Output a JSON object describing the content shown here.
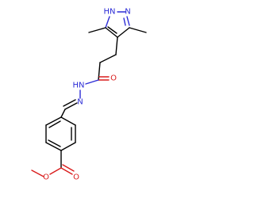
{
  "molecule": {
    "atoms": {
      "pyrazole_nh": "HN",
      "pyrazole_n": "N",
      "amide_nh": "HN",
      "imine_n": "N",
      "carbonyl_o": "O",
      "ester_carbonyl_o": "O",
      "ester_o": "O"
    }
  }
}
